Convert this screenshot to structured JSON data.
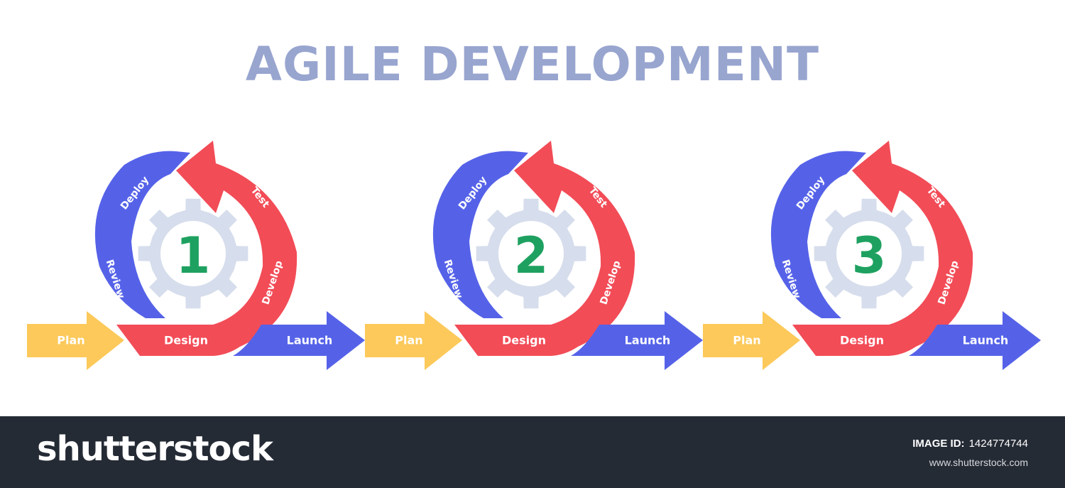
{
  "title": "AGILE DEVELOPMENT",
  "colors": {
    "title": "#98a5cf",
    "plan": "#fcc95a",
    "design": "#f24c57",
    "deploy": "#5562e8",
    "launch": "#5562e8",
    "gear": "#d6ddec",
    "number": "#1ea160",
    "label": "#ffffff",
    "footer": "#252b35"
  },
  "cycles": [
    {
      "number": "1",
      "plan": "Plan",
      "design": "Design",
      "develop": "Develop",
      "test": "Test",
      "deploy": "Deploy",
      "review": "Review",
      "launch": "Launch"
    },
    {
      "number": "2",
      "plan": "Plan",
      "design": "Design",
      "develop": "Develop",
      "test": "Test",
      "deploy": "Deploy",
      "review": "Review",
      "launch": "Launch"
    },
    {
      "number": "3",
      "plan": "Plan",
      "design": "Design",
      "develop": "Develop",
      "test": "Test",
      "deploy": "Deploy",
      "review": "Review",
      "launch": "Launch"
    }
  ],
  "footer": {
    "logo": "shutterstock",
    "image_id_label": "IMAGE ID:",
    "image_id": "1424774744",
    "url": "www.shutterstock.com"
  }
}
